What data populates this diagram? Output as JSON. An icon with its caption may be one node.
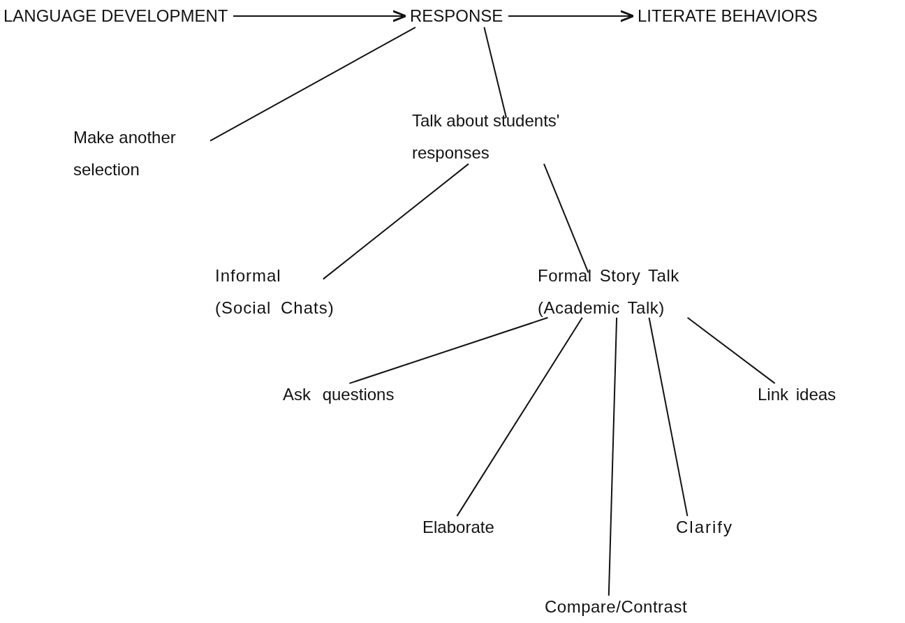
{
  "diagram": {
    "nodes": [
      {
        "text": [
          "LANGUAGE DEVELOPMENT"
        ]
      },
      {
        "text": [
          "RESPONSE"
        ]
      },
      {
        "text": [
          "LITERATE BEHAVIORS"
        ]
      },
      {
        "text": [
          "Make another selection"
        ]
      },
      {
        "text": [
          "Talk about students' responses"
        ]
      },
      {
        "text": [
          "Informal (Social Chats)"
        ]
      },
      {
        "text": [
          "Formal Story Talk (Academic Talk)"
        ]
      },
      {
        "text": [
          "Ask questions"
        ]
      },
      {
        "text": [
          "Link ideas"
        ]
      },
      {
        "text": [
          "Elaborate"
        ]
      },
      {
        "text": [
          "Clarify"
        ]
      },
      {
        "text": [
          "Compare/Contrast"
        ]
      }
    ],
    "edges": [
      {
        "from": 0,
        "to": 1,
        "arrow": "to"
      },
      {
        "from": 1,
        "to": 2,
        "arrow": "to"
      },
      {
        "from": 1,
        "to": 3,
        "arrow": "none"
      },
      {
        "from": 1,
        "to": 4,
        "arrow": "none"
      },
      {
        "from": 4,
        "to": 5,
        "arrow": "none"
      },
      {
        "from": 4,
        "to": 6,
        "arrow": "none"
      },
      {
        "from": 6,
        "to": 7,
        "arrow": "none"
      },
      {
        "from": 6,
        "to": 9,
        "arrow": "none"
      },
      {
        "from": 6,
        "to": 11,
        "arrow": "none"
      },
      {
        "from": 6,
        "to": 10,
        "arrow": "none"
      },
      {
        "from": 6,
        "to": 8,
        "arrow": "none"
      }
    ]
  }
}
